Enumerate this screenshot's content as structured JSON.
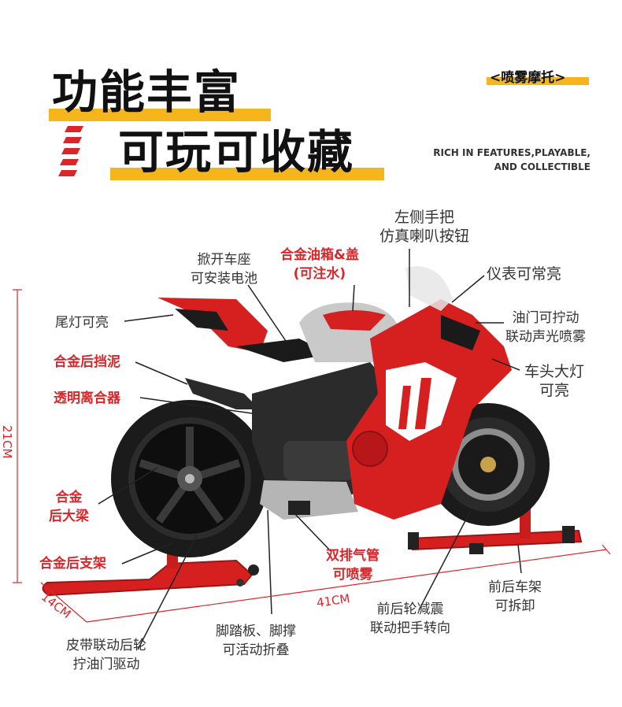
{
  "header": {
    "title_line1": "功能丰富",
    "title_line2": "可玩可收藏",
    "tag": "<喷雾摩托>",
    "en_line1": "RICH IN FEATURES,PLAYABLE,",
    "en_line2": "AND COLLECTIBLE"
  },
  "labels": {
    "seat_1": "掀开车座",
    "seat_2": "可安装电池",
    "tank_1": "合金油箱&盖",
    "tank_2": "(可注水)",
    "switch_1": "左侧手把",
    "switch_2": "仿真喇叭按钮",
    "dash": "仪表可常亮",
    "tail_light": "尾灯可亮",
    "throttle_1": "油门可拧动",
    "throttle_2": "联动声光喷雾",
    "fender": "合金后挡泥",
    "headlight_1": "车头大灯",
    "headlight_2": "可亮",
    "clutch": "透明离合器",
    "swingarm_1": "合金",
    "swingarm_2": "后大梁",
    "rear_stand": "合金后支架",
    "exhaust_1": "双排气管",
    "exhaust_2": "可喷雾",
    "stands_1": "前后车架",
    "stands_2": "可拆卸",
    "shock_1": "前后轮减震",
    "shock_2": "联动把手转向",
    "pedal_1": "脚踏板、脚撑",
    "pedal_2": "可活动折叠",
    "belt_1": "皮带联动后轮",
    "belt_2": "拧油门驱动"
  },
  "dimensions": {
    "height": "21CM",
    "width": "14CM",
    "length": "41CM"
  },
  "colors": {
    "accent_red": "#d9262a",
    "highlight_yellow": "#f5b51d",
    "bike_red": "#d6201f"
  }
}
